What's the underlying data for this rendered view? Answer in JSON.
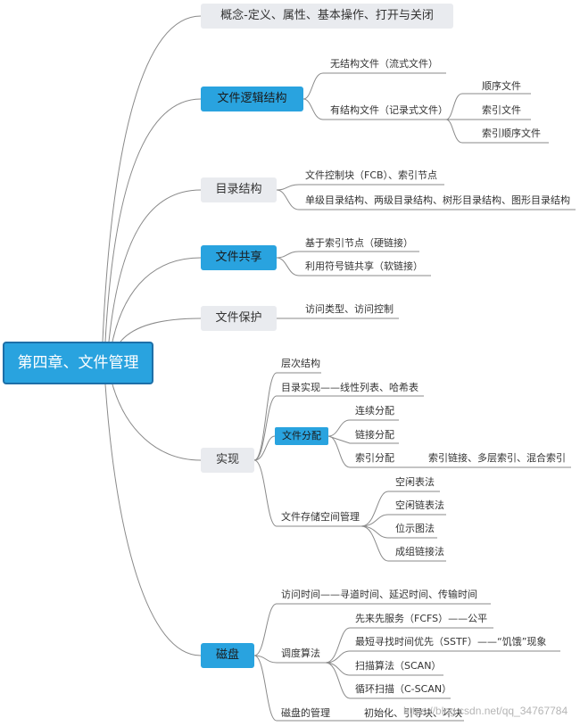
{
  "root": "第四章、文件管理",
  "branches": {
    "concept": "概念-定义、属性、基本操作、打开与关闭",
    "logic": {
      "label": "文件逻辑结构",
      "unstructured": "无结构文件（流式文件）",
      "structured": "有结构文件（记录式文件）",
      "seq": "顺序文件",
      "idx": "索引文件",
      "idxseq": "索引顺序文件"
    },
    "dir": {
      "label": "目录结构",
      "fcb": "文件控制块（FCB）、索引节点",
      "levels": "单级目录结构、两级目录结构、树形目录结构、图形目录结构"
    },
    "share": {
      "label": "文件共享",
      "hard": "基于索引节点（硬链接）",
      "soft": "利用符号链共享（软链接）"
    },
    "protect": {
      "label": "文件保护",
      "access": "访问类型、访问控制"
    },
    "impl": {
      "label": "实现",
      "layers": "层次结构",
      "dirimpl": "目录实现——线性列表、哈希表",
      "alloc": "文件分配",
      "contig": "连续分配",
      "linked": "链接分配",
      "indexed": "索引分配",
      "indexed_detail": "索引链接、多层索引、混合索引",
      "free": "文件存储空间管理",
      "free_table": "空闲表法",
      "free_list": "空闲链表法",
      "bitmap": "位示图法",
      "group": "成组链接法"
    },
    "disk": {
      "label": "磁盘",
      "access_time": "访问时间——寻道时间、延迟时间、传输时间",
      "sched": "调度算法",
      "fcfs": "先来先服务（FCFS）——公平",
      "sstf": "最短寻找时间优先（SSTF）——“饥饿”现象",
      "scan": "扫描算法（SCAN）",
      "cscan": "循环扫描（C-SCAN）",
      "mgmt": "磁盘的管理",
      "mgmt_detail": "初始化、引导块、坏块"
    }
  },
  "watermark": "https://blog.csdn.net/qq_34767784",
  "colors": {
    "blue": "#29a3df",
    "gray": "#e9ebef",
    "line": "#8a8a8a"
  }
}
